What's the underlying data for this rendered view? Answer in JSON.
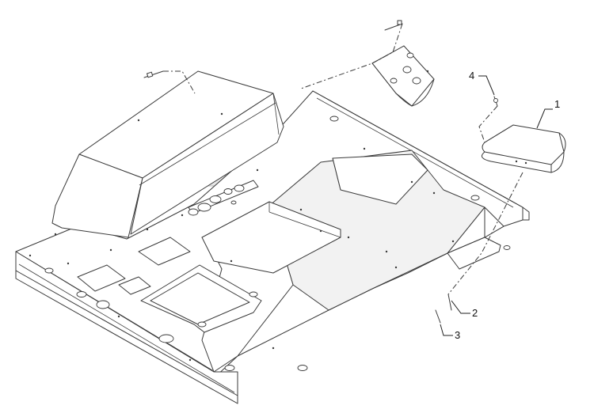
{
  "diagram": {
    "callouts": [
      {
        "id": "c1",
        "label": "1"
      },
      {
        "id": "c2",
        "label": "2"
      },
      {
        "id": "c3",
        "label": "3"
      },
      {
        "id": "c4",
        "label": "4"
      }
    ]
  },
  "colors": {
    "line": "#3a3a3a",
    "watermark": "#e7e7e7"
  }
}
